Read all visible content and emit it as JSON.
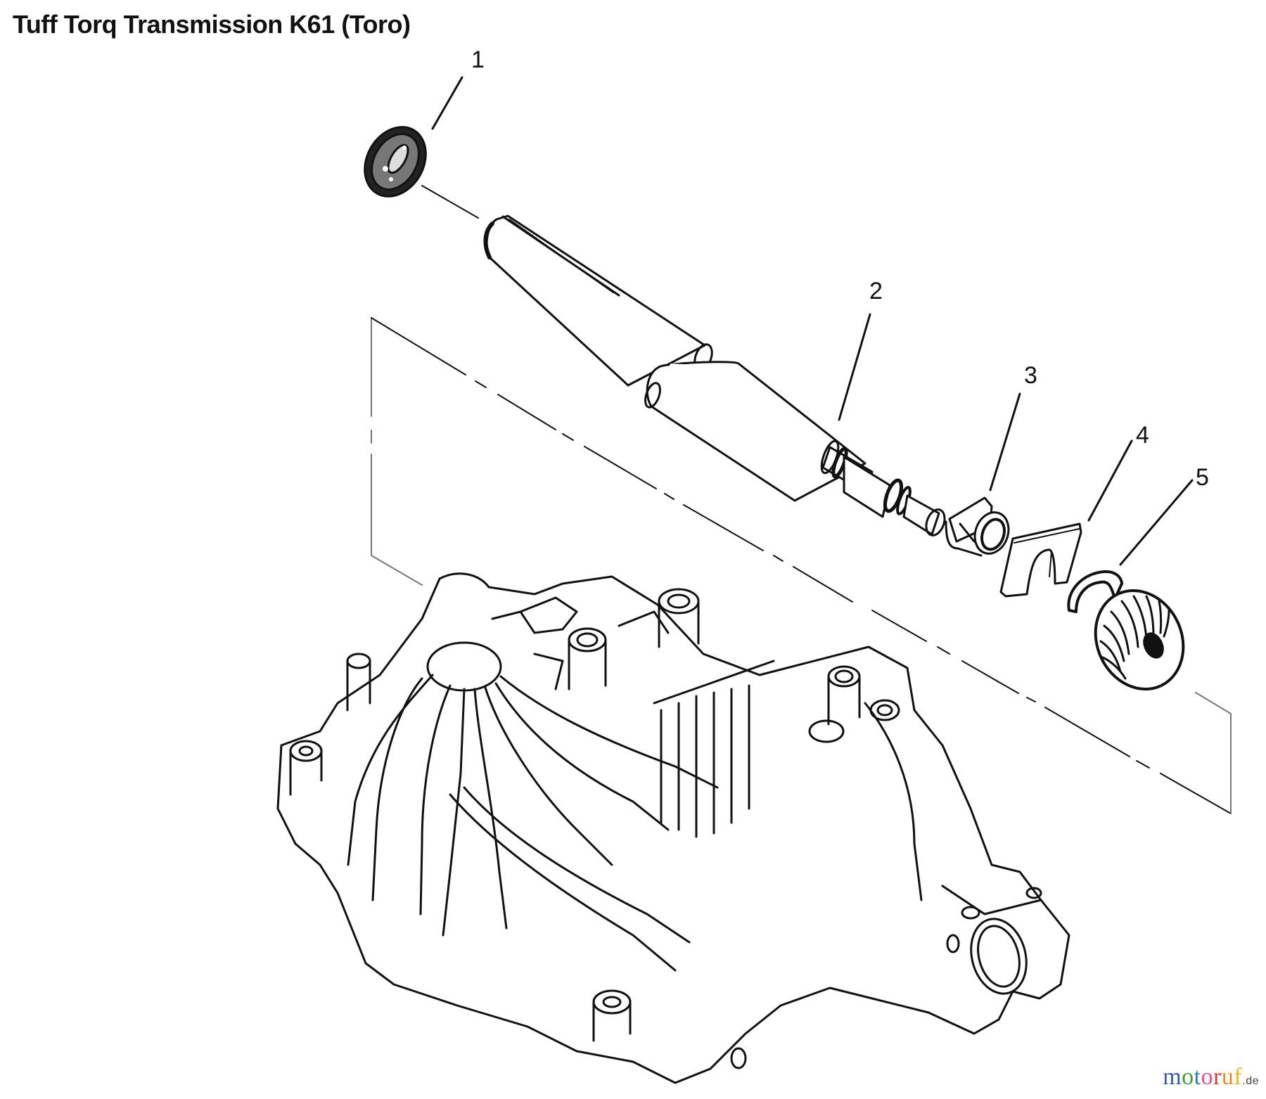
{
  "title": "Tuff Torq Transmission K61 (Toro)",
  "callouts": [
    {
      "number": "1",
      "part": "seal"
    },
    {
      "number": "2",
      "part": "axle-shaft"
    },
    {
      "number": "3",
      "part": "bushing"
    },
    {
      "number": "4",
      "part": "retainer-plate"
    },
    {
      "number": "5",
      "part": "snap-ring-and-bevel-gear"
    }
  ],
  "callout_labels": {
    "c1": "1",
    "c2": "2",
    "c3": "3",
    "c4": "4",
    "c5": "5"
  },
  "watermark": {
    "letters": [
      "m",
      "o",
      "t",
      "o",
      "r",
      "u",
      "f"
    ],
    "colors": [
      "#3b5aa6",
      "#3f9a3a",
      "#2e7bc4",
      "#e64b8c",
      "#d43b2a",
      "#f08a1c",
      "#e6b91e"
    ],
    "suffix": ".de"
  }
}
